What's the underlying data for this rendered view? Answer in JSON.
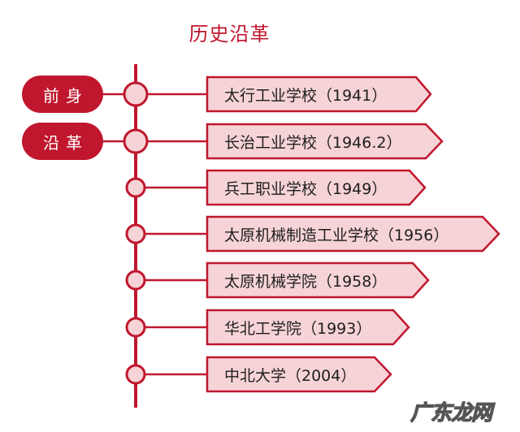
{
  "title": "历史沿革",
  "colors": {
    "accent": "#c0172e",
    "box_fill": "#f6d3d6",
    "node_fill": "#f6d3d6",
    "text": "#1e1e1e"
  },
  "pills": [
    {
      "label": "前身"
    },
    {
      "label": "沿革"
    }
  ],
  "timeline": [
    {
      "name": "太行工业学校",
      "year": "1941",
      "label": "太行工业学校（1941）"
    },
    {
      "name": "长治工业学校",
      "year": "1946.2",
      "label": "长治工业学校（1946.2）"
    },
    {
      "name": "兵工职业学校",
      "year": "1949",
      "label": "兵工职业学校（1949）"
    },
    {
      "name": "太原机械制造工业学校",
      "year": "1956",
      "label": "太原机械制造工业学校（1956）"
    },
    {
      "name": "太原机械学院",
      "year": "1958",
      "label": "太原机械学院（1958）"
    },
    {
      "name": "华北工学院",
      "year": "1993",
      "label": "华北工学院（1993）"
    },
    {
      "name": "中北大学",
      "year": "2004",
      "label": "中北大学（2004）"
    }
  ],
  "watermark": "广东龙网"
}
